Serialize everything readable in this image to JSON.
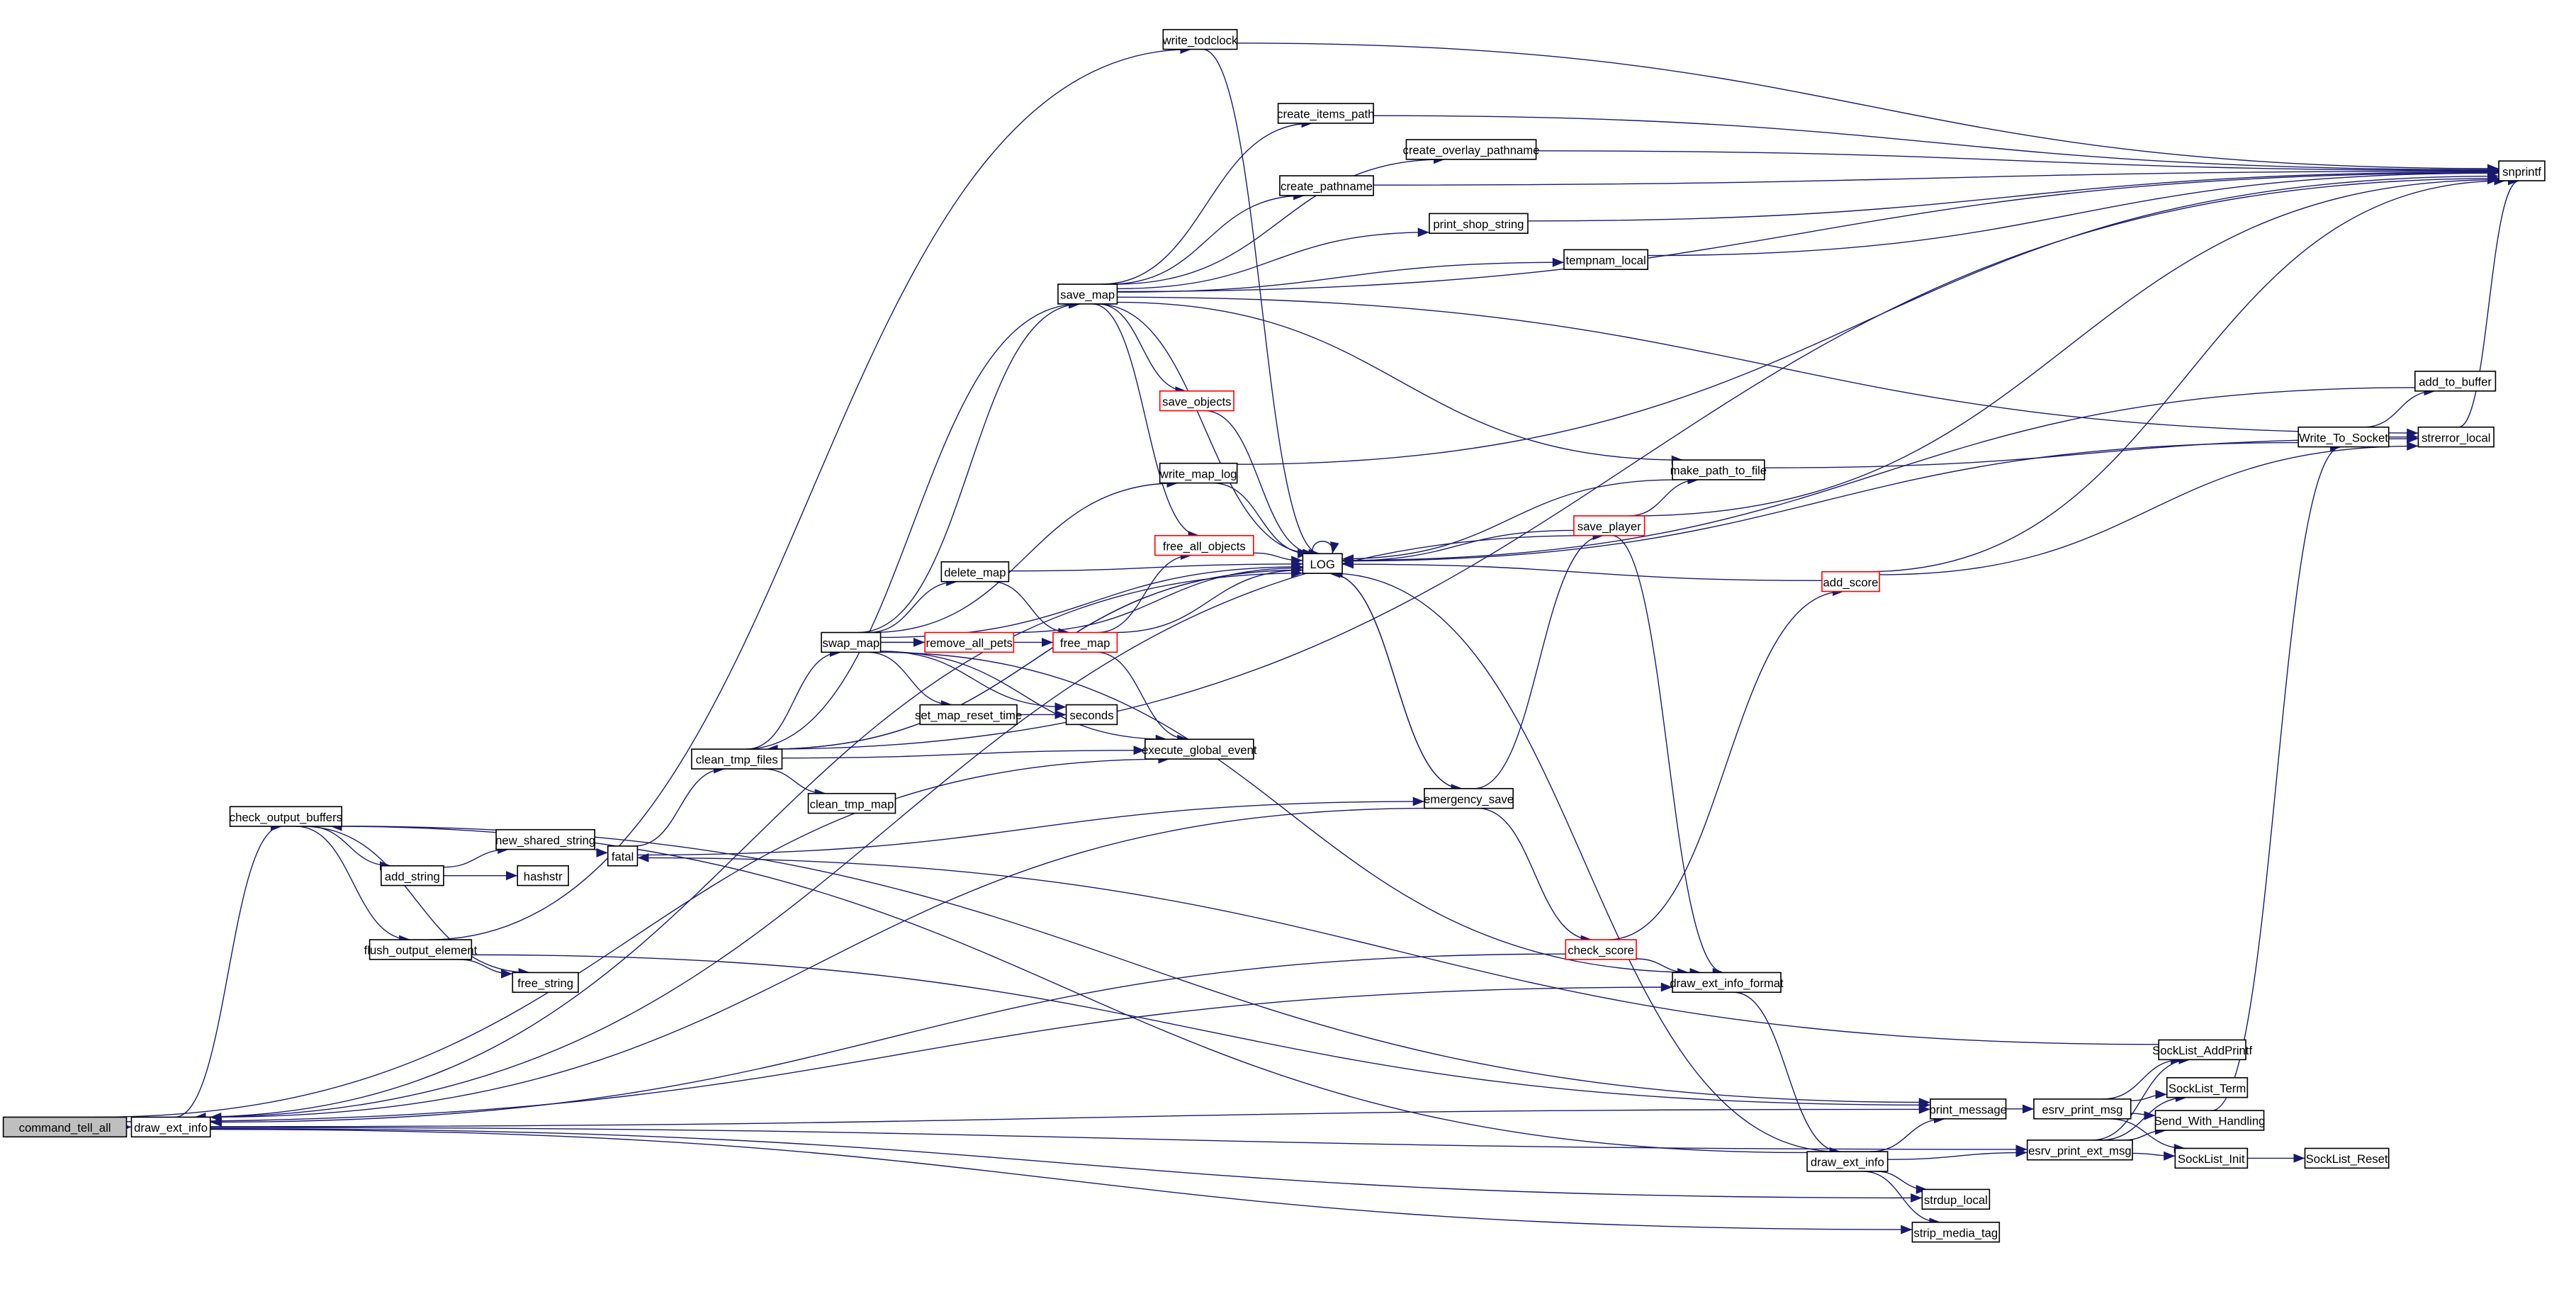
{
  "graph": {
    "title": "call graph of command_tell_all",
    "edge_color": "#191970",
    "highlight_fill": "#bfbfbf",
    "truncated_border_color": "#ff0000",
    "nodes": [
      {
        "id": "command_tell_all",
        "label": "command_tell_all",
        "style": "root"
      },
      {
        "id": "draw_ext_info_a",
        "label": "draw_ext_info",
        "style": "normal"
      },
      {
        "id": "check_output_buffers",
        "label": "check_output_buffers",
        "style": "normal"
      },
      {
        "id": "flush_output_element",
        "label": "flush_output_element",
        "style": "normal"
      },
      {
        "id": "add_string",
        "label": "add_string",
        "style": "normal"
      },
      {
        "id": "new_shared_string",
        "label": "new_shared_string",
        "style": "normal"
      },
      {
        "id": "hashstr",
        "label": "hashstr",
        "style": "normal"
      },
      {
        "id": "free_string",
        "label": "free_string",
        "style": "normal"
      },
      {
        "id": "fatal",
        "label": "fatal",
        "style": "normal"
      },
      {
        "id": "clean_tmp_files",
        "label": "clean_tmp_files",
        "style": "normal"
      },
      {
        "id": "clean_tmp_map",
        "label": "clean_tmp_map",
        "style": "normal"
      },
      {
        "id": "swap_map",
        "label": "swap_map",
        "style": "normal"
      },
      {
        "id": "save_map",
        "label": "save_map",
        "style": "normal"
      },
      {
        "id": "write_todclock",
        "label": "write_todclock",
        "style": "normal"
      },
      {
        "id": "create_items_path",
        "label": "create_items_path",
        "style": "normal"
      },
      {
        "id": "create_overlay_pathname",
        "label": "create_overlay_pathname",
        "style": "normal"
      },
      {
        "id": "create_pathname",
        "label": "create_pathname",
        "style": "normal"
      },
      {
        "id": "print_shop_string",
        "label": "print_shop_string",
        "style": "normal"
      },
      {
        "id": "tempnam_local",
        "label": "tempnam_local",
        "style": "normal"
      },
      {
        "id": "save_objects",
        "label": "save_objects",
        "style": "red"
      },
      {
        "id": "write_map_log",
        "label": "write_map_log",
        "style": "normal"
      },
      {
        "id": "free_all_objects",
        "label": "free_all_objects",
        "style": "red"
      },
      {
        "id": "LOG",
        "label": "LOG",
        "style": "normal"
      },
      {
        "id": "delete_map",
        "label": "delete_map",
        "style": "normal"
      },
      {
        "id": "remove_all_pets",
        "label": "remove_all_pets",
        "style": "red"
      },
      {
        "id": "free_map",
        "label": "free_map",
        "style": "red"
      },
      {
        "id": "set_map_reset_time",
        "label": "set_map_reset_time",
        "style": "normal"
      },
      {
        "id": "seconds",
        "label": "seconds",
        "style": "normal"
      },
      {
        "id": "execute_global_event",
        "label": "execute_global_event",
        "style": "normal"
      },
      {
        "id": "emergency_save",
        "label": "emergency_save",
        "style": "normal"
      },
      {
        "id": "save_player",
        "label": "save_player",
        "style": "red"
      },
      {
        "id": "make_path_to_file",
        "label": "make_path_to_file",
        "style": "normal"
      },
      {
        "id": "add_score",
        "label": "add_score",
        "style": "red"
      },
      {
        "id": "Write_To_Socket",
        "label": "Write_To_Socket",
        "style": "normal"
      },
      {
        "id": "strerror_local",
        "label": "strerror_local",
        "style": "normal"
      },
      {
        "id": "add_to_buffer",
        "label": "add_to_buffer",
        "style": "normal"
      },
      {
        "id": "snprintf",
        "label": "snprintf",
        "style": "normal"
      },
      {
        "id": "check_score",
        "label": "check_score",
        "style": "red"
      },
      {
        "id": "draw_ext_info_format",
        "label": "draw_ext_info_format",
        "style": "normal"
      },
      {
        "id": "print_message",
        "label": "print_message",
        "style": "normal"
      },
      {
        "id": "esrv_print_msg",
        "label": "esrv_print_msg",
        "style": "normal"
      },
      {
        "id": "SockList_AddPrintf",
        "label": "SockList_AddPrintf",
        "style": "normal"
      },
      {
        "id": "SockList_Term",
        "label": "SockList_Term",
        "style": "normal"
      },
      {
        "id": "Send_With_Handling",
        "label": "Send_With_Handling",
        "style": "normal"
      },
      {
        "id": "esrv_print_ext_msg",
        "label": "esrv_print_ext_msg",
        "style": "normal"
      },
      {
        "id": "SockList_Init",
        "label": "SockList_Init",
        "style": "normal"
      },
      {
        "id": "SockList_Reset",
        "label": "SockList_Reset",
        "style": "normal"
      },
      {
        "id": "draw_ext_info_b",
        "label": "draw_ext_info",
        "style": "normal"
      },
      {
        "id": "strdup_local",
        "label": "strdup_local",
        "style": "normal"
      },
      {
        "id": "strip_media_tag",
        "label": "strip_media_tag",
        "style": "normal"
      }
    ],
    "edges": [
      [
        "command_tell_all",
        "draw_ext_info_a"
      ],
      [
        "command_tell_all",
        "execute_global_event"
      ],
      [
        "command_tell_all",
        "draw_ext_info_format"
      ],
      [
        "draw_ext_info_a",
        "check_output_buffers"
      ],
      [
        "draw_ext_info_a",
        "LOG"
      ],
      [
        "draw_ext_info_a",
        "print_message"
      ],
      [
        "draw_ext_info_a",
        "strdup_local"
      ],
      [
        "draw_ext_info_a",
        "strip_media_tag"
      ],
      [
        "draw_ext_info_a",
        "esrv_print_ext_msg"
      ],
      [
        "check_output_buffers",
        "add_string"
      ],
      [
        "check_output_buffers",
        "flush_output_element"
      ],
      [
        "check_output_buffers",
        "free_string"
      ],
      [
        "check_output_buffers",
        "print_message"
      ],
      [
        "add_string",
        "new_shared_string"
      ],
      [
        "add_string",
        "hashstr"
      ],
      [
        "new_shared_string",
        "fatal"
      ],
      [
        "flush_output_element",
        "free_string"
      ],
      [
        "flush_output_element",
        "write_todclock"
      ],
      [
        "flush_output_element",
        "print_message"
      ],
      [
        "fatal",
        "clean_tmp_files"
      ],
      [
        "fatal",
        "emergency_save"
      ],
      [
        "clean_tmp_files",
        "swap_map"
      ],
      [
        "clean_tmp_files",
        "clean_tmp_map"
      ],
      [
        "clean_tmp_files",
        "save_map"
      ],
      [
        "clean_tmp_files",
        "LOG"
      ],
      [
        "clean_tmp_files",
        "execute_global_event"
      ],
      [
        "clean_tmp_files",
        "snprintf"
      ],
      [
        "LOG",
        "clean_tmp_files"
      ],
      [
        "LOG",
        "emergency_save"
      ],
      [
        "emergency_save",
        "LOG"
      ],
      [
        "LOG",
        "LOG"
      ],
      [
        "swap_map",
        "save_map"
      ],
      [
        "swap_map",
        "delete_map"
      ],
      [
        "swap_map",
        "remove_all_pets"
      ],
      [
        "swap_map",
        "free_map"
      ],
      [
        "swap_map",
        "set_map_reset_time"
      ],
      [
        "swap_map",
        "seconds"
      ],
      [
        "swap_map",
        "execute_global_event"
      ],
      [
        "swap_map",
        "write_map_log"
      ],
      [
        "swap_map",
        "LOG"
      ],
      [
        "swap_map",
        "draw_ext_info_format"
      ],
      [
        "save_map",
        "create_items_path"
      ],
      [
        "save_map",
        "create_overlay_pathname"
      ],
      [
        "save_map",
        "create_pathname"
      ],
      [
        "save_map",
        "print_shop_string"
      ],
      [
        "save_map",
        "tempnam_local"
      ],
      [
        "save_map",
        "snprintf"
      ],
      [
        "save_map",
        "save_objects"
      ],
      [
        "save_map",
        "free_all_objects"
      ],
      [
        "save_map",
        "LOG"
      ],
      [
        "save_map",
        "make_path_to_file"
      ],
      [
        "save_map",
        "strerror_local"
      ],
      [
        "write_todclock",
        "snprintf"
      ],
      [
        "write_todclock",
        "LOG"
      ],
      [
        "create_items_path",
        "snprintf"
      ],
      [
        "create_overlay_pathname",
        "snprintf"
      ],
      [
        "create_pathname",
        "snprintf"
      ],
      [
        "print_shop_string",
        "snprintf"
      ],
      [
        "tempnam_local",
        "snprintf"
      ],
      [
        "save_objects",
        "LOG"
      ],
      [
        "write_map_log",
        "LOG"
      ],
      [
        "write_map_log",
        "snprintf"
      ],
      [
        "free_all_objects",
        "LOG"
      ],
      [
        "delete_map",
        "LOG"
      ],
      [
        "delete_map",
        "free_map"
      ],
      [
        "free_map",
        "LOG"
      ],
      [
        "free_map",
        "free_all_objects"
      ],
      [
        "free_map",
        "execute_global_event"
      ],
      [
        "remove_all_pets",
        "LOG"
      ],
      [
        "set_map_reset_time",
        "seconds"
      ],
      [
        "emergency_save",
        "save_player"
      ],
      [
        "emergency_save",
        "check_score"
      ],
      [
        "emergency_save",
        "draw_ext_info_a"
      ],
      [
        "save_player",
        "LOG"
      ],
      [
        "save_player",
        "make_path_to_file"
      ],
      [
        "save_player",
        "snprintf"
      ],
      [
        "save_player",
        "draw_ext_info_format"
      ],
      [
        "save_player",
        "draw_ext_info_a"
      ],
      [
        "make_path_to_file",
        "LOG"
      ],
      [
        "make_path_to_file",
        "strerror_local"
      ],
      [
        "add_score",
        "LOG"
      ],
      [
        "add_score",
        "strerror_local"
      ],
      [
        "add_score",
        "snprintf"
      ],
      [
        "check_score",
        "add_score"
      ],
      [
        "check_score",
        "draw_ext_info_format"
      ],
      [
        "check_score",
        "draw_ext_info_a"
      ],
      [
        "Write_To_Socket",
        "LOG"
      ],
      [
        "Write_To_Socket",
        "add_to_buffer"
      ],
      [
        "Write_To_Socket",
        "strerror_local"
      ],
      [
        "add_to_buffer",
        "LOG"
      ],
      [
        "strerror_local",
        "snprintf"
      ],
      [
        "draw_ext_info_format",
        "draw_ext_info_b"
      ],
      [
        "draw_ext_info_b",
        "LOG"
      ],
      [
        "draw_ext_info_b",
        "print_message"
      ],
      [
        "draw_ext_info_b",
        "esrv_print_ext_msg"
      ],
      [
        "draw_ext_info_b",
        "strdup_local"
      ],
      [
        "draw_ext_info_b",
        "strip_media_tag"
      ],
      [
        "draw_ext_info_b",
        "check_output_buffers"
      ],
      [
        "print_message",
        "esrv_print_msg"
      ],
      [
        "esrv_print_msg",
        "SockList_AddPrintf"
      ],
      [
        "esrv_print_msg",
        "SockList_Term"
      ],
      [
        "esrv_print_msg",
        "Send_With_Handling"
      ],
      [
        "esrv_print_msg",
        "SockList_Init"
      ],
      [
        "esrv_print_ext_msg",
        "SockList_AddPrintf"
      ],
      [
        "esrv_print_ext_msg",
        "SockList_Term"
      ],
      [
        "esrv_print_ext_msg",
        "Send_With_Handling"
      ],
      [
        "esrv_print_ext_msg",
        "SockList_Init"
      ],
      [
        "SockList_Init",
        "SockList_Reset"
      ],
      [
        "Send_With_Handling",
        "Write_To_Socket"
      ],
      [
        "SockList_AddPrintf",
        "fatal"
      ]
    ]
  }
}
